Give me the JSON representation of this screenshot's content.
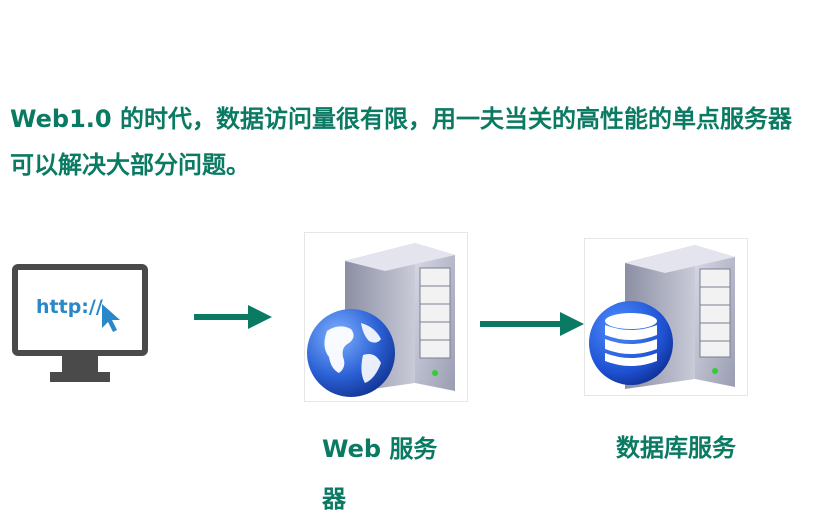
{
  "intro_text": "Web1.0 的时代，数据访问量很有限，用一夫当关的高性能的单点服务器可以解决大部分问题。",
  "client": {
    "screen_text": "http://"
  },
  "web_server": {
    "label": "Web 服务器"
  },
  "db_server": {
    "label": "数据库服务"
  },
  "colors": {
    "accent": "#0b7a63",
    "http_blue": "#2a87c8",
    "monitor": "#4a4a4a"
  },
  "icons": [
    "monitor-icon",
    "cursor-icon",
    "arrow-right-icon",
    "server-tower-icon",
    "globe-icon",
    "database-icon"
  ]
}
